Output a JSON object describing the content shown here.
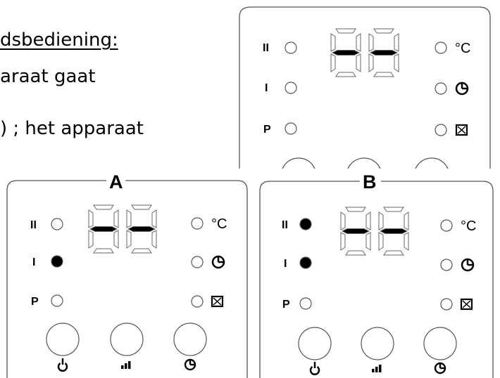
{
  "text": {
    "line1": "dsbediening:",
    "line2": "araat gaat",
    "line3": ")  ; het apparaat"
  },
  "panels": {
    "top": {
      "letter": "",
      "led_high": "off",
      "led_low": "off",
      "led_program": "off"
    },
    "a": {
      "letter": "A",
      "led_high": "off",
      "led_low": "on",
      "led_program": "off"
    },
    "b": {
      "letter": "B",
      "led_high": "on",
      "led_low": "on",
      "led_program": "off"
    }
  },
  "labels": {
    "high": "II",
    "low": "I",
    "program": "P",
    "temperature_unit": "°C"
  },
  "display_value": "--",
  "button_icons": [
    "power-icon",
    "level-bars-icon",
    "timer-icon"
  ],
  "status_icons": [
    "temperature-icon",
    "timer-icon",
    "window-icon"
  ],
  "colors": {
    "line": "#444444",
    "led_on": "#000000",
    "segment_active": "#000000"
  }
}
